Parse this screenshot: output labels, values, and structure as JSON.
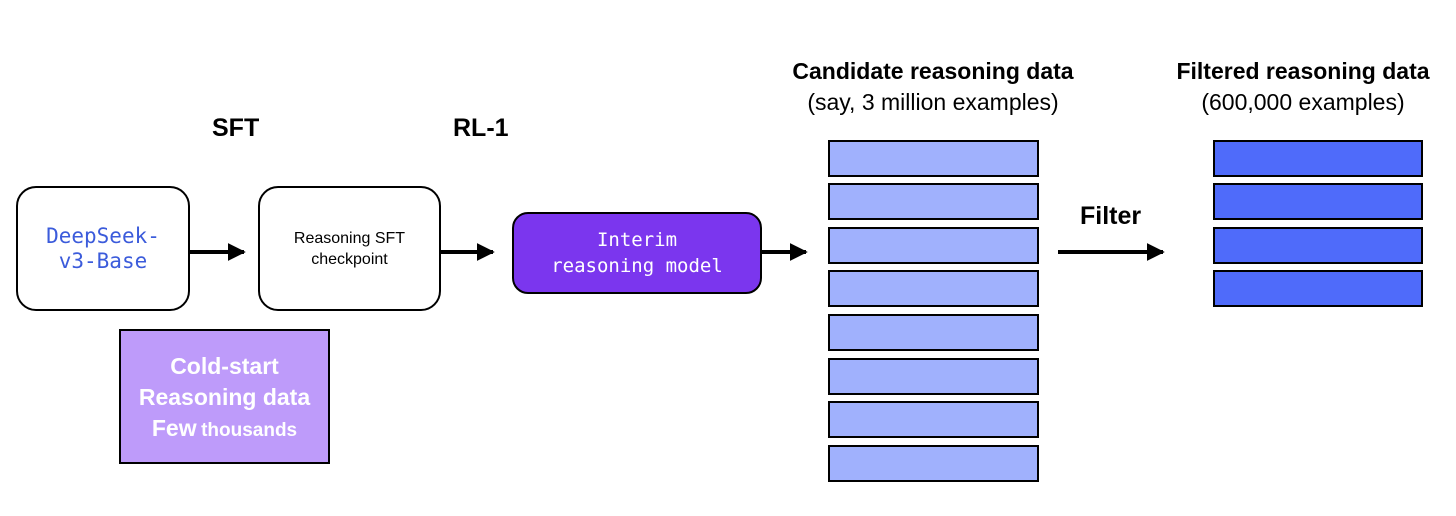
{
  "stages": {
    "sft_label": "SFT",
    "rl_label": "RL-1",
    "filter_label": "Filter"
  },
  "nodes": {
    "base_model": "DeepSeek-\nv3-Base",
    "sft_checkpoint": "Reasoning SFT\ncheckpoint",
    "interim_model": "Interim\nreasoning model"
  },
  "cold_start": {
    "line1": "Cold-start",
    "line2": "Reasoning data",
    "line3_big": "Few",
    "line3_small": "thousands"
  },
  "candidate": {
    "title": "Candidate reasoning data",
    "subtitle": "(say, 3 million examples)"
  },
  "filtered": {
    "title": "Filtered reasoning data",
    "subtitle": "(600,000 examples)"
  },
  "colors": {
    "base_text": "#3b5bdb",
    "interim_fill": "#7b36ee",
    "cold_start_fill": "#be9bfa",
    "candidate_fill": "#a0b1fd",
    "filtered_fill": "#4f6bfa"
  }
}
